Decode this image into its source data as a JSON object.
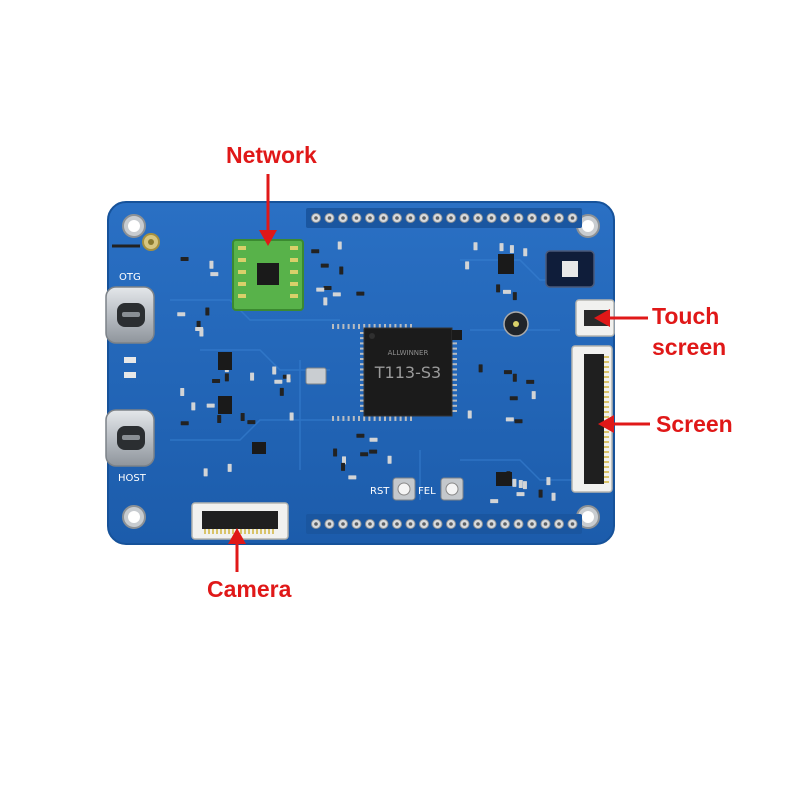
{
  "annotations": {
    "network": "Network",
    "touch_line1": "Touch",
    "touch_line2": "screen",
    "screen": "Screen",
    "camera": "Camera"
  },
  "board": {
    "silkscreen": {
      "otg": "OTG",
      "host": "HOST",
      "rst": "RST",
      "fel": "FEL"
    },
    "chip": {
      "model": "T113-S3",
      "brand": "ALLWINNER"
    }
  },
  "colors": {
    "annotation_red": "#e01818",
    "pcb_blue": "#1f63b8",
    "pcb_trace": "#2d76c8",
    "module_green": "#58b24a",
    "chip_black": "#1b1b1b",
    "connector_white": "#f1f1ef",
    "metal_silver": "#c4c8cc"
  }
}
